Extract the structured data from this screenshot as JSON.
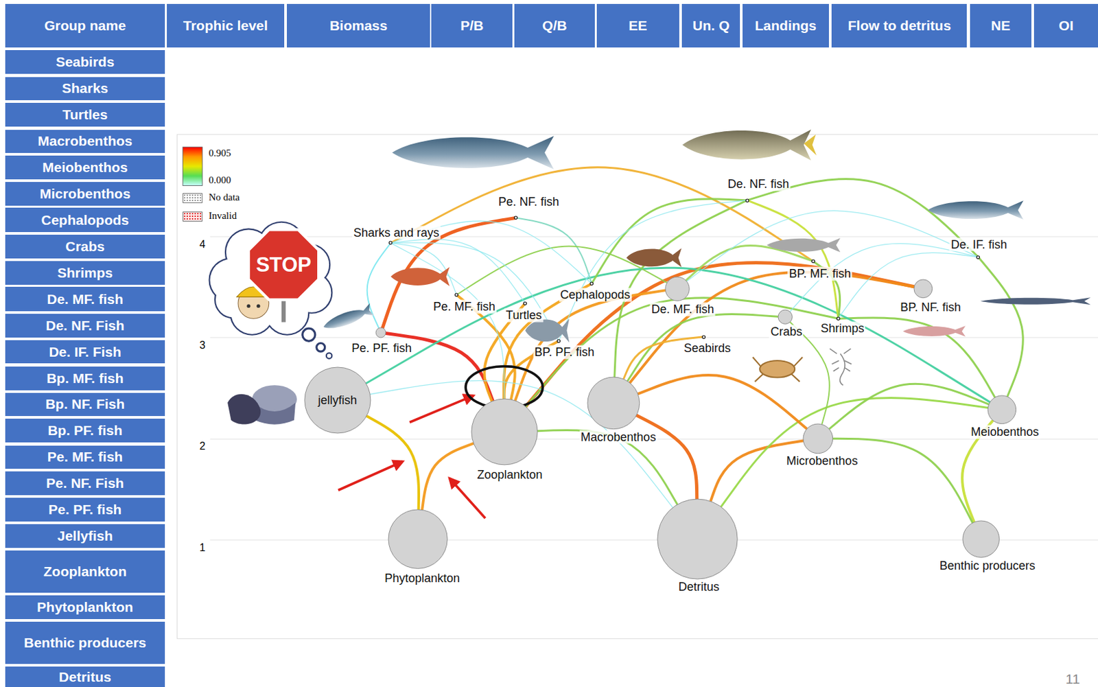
{
  "diagram": {
    "nodes": [
      {
        "text": [
          "Group name"
        ]
      },
      {
        "text": [
          "Trophic level"
        ]
      },
      {
        "text": [
          "Biomass"
        ]
      },
      {
        "text": [
          "P/B"
        ]
      },
      {
        "text": [
          "Q/B"
        ]
      },
      {
        "text": [
          "EE"
        ]
      },
      {
        "text": [
          "Un. Q"
        ]
      },
      {
        "text": [
          "Landings"
        ]
      },
      {
        "text": [
          "Flow to detritus"
        ]
      },
      {
        "text": [
          "NE"
        ]
      },
      {
        "text": [
          "OI"
        ]
      },
      {
        "text": [
          "Seabirds"
        ]
      },
      {
        "text": [
          "Sharks"
        ]
      },
      {
        "text": [
          "Turtles"
        ]
      },
      {
        "text": [
          "Macrobenthos"
        ]
      },
      {
        "text": [
          "Meiobenthos"
        ]
      },
      {
        "text": [
          "Microbenthos"
        ]
      },
      {
        "text": [
          "Cephalopods"
        ]
      },
      {
        "text": [
          "Crabs"
        ]
      },
      {
        "text": [
          "Shrimps"
        ]
      },
      {
        "text": [
          "De. MF. fish"
        ]
      },
      {
        "text": [
          "De. NF. Fish"
        ]
      },
      {
        "text": [
          "De. IF. Fish"
        ]
      },
      {
        "text": [
          "Bp. MF. fish"
        ]
      },
      {
        "text": [
          "Bp. NF. Fish"
        ]
      },
      {
        "text": [
          "Bp. PF. fish"
        ]
      },
      {
        "text": [
          "Pe. MF. fish"
        ]
      },
      {
        "text": [
          "Pe. NF. Fish"
        ]
      },
      {
        "text": [
          "Pe. PF. fish"
        ]
      },
      {
        "text": [
          "Jellyfish"
        ]
      },
      {
        "text": [
          "Zooplankton"
        ]
      },
      {
        "text": [
          "Phytoplankton"
        ]
      },
      {
        "text": [
          "Benthic producers"
        ]
      },
      {
        "text": [
          "Detritus"
        ]
      },
      {
        "text": [
          "De. NF. fish"
        ]
      },
      {
        "text": [
          "Pe. NF. fish"
        ]
      },
      {
        "text": [
          "Sharks and rays"
        ]
      },
      {
        "text": [
          "De. IF. fish"
        ]
      },
      {
        "text": [
          "BP. MF. fish"
        ]
      },
      {
        "text": [
          "Cephalopods"
        ]
      },
      {
        "text": [
          "Pe. MF. fish"
        ]
      },
      {
        "text": [
          "BP. NF. fish"
        ]
      },
      {
        "text": [
          "De. MF. fish"
        ]
      },
      {
        "text": [
          "Turtles"
        ]
      },
      {
        "text": [
          "Crabs"
        ]
      },
      {
        "text": [
          "Shrimps"
        ]
      },
      {
        "text": [
          "Pe. PF. fish"
        ]
      },
      {
        "text": [
          "BP. PF. fish"
        ]
      },
      {
        "text": [
          "Seabirds"
        ]
      },
      {
        "text": [
          "jellyfish"
        ]
      },
      {
        "text": [
          "Meiobenthos"
        ]
      },
      {
        "text": [
          "Zooplankton"
        ]
      },
      {
        "text": [
          "Macrobenthos"
        ]
      },
      {
        "text": [
          "Microbenthos"
        ]
      },
      {
        "text": [
          "Phytoplankton"
        ]
      },
      {
        "text": [
          "Detritus"
        ]
      },
      {
        "text": [
          "Benthic producers"
        ]
      }
    ],
    "edges": [
      {
        "from": 54,
        "to": 49,
        "arrow": "none"
      },
      {
        "from": 54,
        "to": 51,
        "arrow": "none"
      },
      {
        "from": 51,
        "to": 46,
        "arrow": "none"
      },
      {
        "from": 46,
        "to": 35,
        "arrow": "none"
      },
      {
        "from": 51,
        "to": 40,
        "arrow": "none"
      },
      {
        "from": 51,
        "to": 43,
        "arrow": "none"
      },
      {
        "from": 51,
        "to": 47,
        "arrow": "none"
      },
      {
        "from": 51,
        "to": 39,
        "arrow": "none"
      },
      {
        "from": 51,
        "to": 41,
        "arrow": "none"
      },
      {
        "from": 51,
        "to": 42,
        "arrow": "none"
      },
      {
        "from": 51,
        "to": 45,
        "arrow": "none"
      },
      {
        "from": 55,
        "to": 51,
        "arrow": "none"
      },
      {
        "from": 55,
        "to": 52,
        "arrow": "none"
      },
      {
        "from": 55,
        "to": 53,
        "arrow": "none"
      },
      {
        "from": 55,
        "to": 50,
        "arrow": "none"
      },
      {
        "from": 53,
        "to": 52,
        "arrow": "none"
      },
      {
        "from": 53,
        "to": 50,
        "arrow": "none"
      },
      {
        "from": 56,
        "to": 50,
        "arrow": "none"
      },
      {
        "from": 56,
        "to": 53,
        "arrow": "none"
      },
      {
        "from": 52,
        "to": 41,
        "arrow": "none"
      },
      {
        "from": 52,
        "to": 44,
        "arrow": "none"
      },
      {
        "from": 52,
        "to": 34,
        "arrow": "none"
      },
      {
        "from": 50,
        "to": 37,
        "arrow": "none"
      },
      {
        "from": 50,
        "to": 45,
        "arrow": "none"
      },
      {
        "from": 49,
        "to": 50,
        "arrow": "none"
      },
      {
        "from": 36,
        "to": 38,
        "arrow": "none"
      },
      {
        "from": 34,
        "to": 37,
        "arrow": "none"
      },
      {
        "from": 34,
        "to": 39,
        "arrow": "none"
      },
      {
        "from": 34,
        "to": 45,
        "arrow": "none"
      },
      {
        "from": 38,
        "to": 45,
        "arrow": "none"
      },
      {
        "from": 35,
        "to": 39,
        "arrow": "none"
      },
      {
        "from": 46,
        "to": 36,
        "arrow": "none"
      },
      {
        "from": 52,
        "to": 48,
        "arrow": "none"
      },
      {
        "from": 42,
        "to": 38,
        "arrow": "none"
      },
      {
        "from": 40,
        "to": 42,
        "arrow": "none"
      },
      {
        "from": 53,
        "to": 44,
        "arrow": "none"
      },
      {
        "from": 55,
        "to": 49,
        "arrow": "none"
      },
      {
        "from": 47,
        "to": 36,
        "arrow": "none"
      },
      {
        "from": 45,
        "to": 37,
        "arrow": "none"
      },
      {
        "from": 44,
        "to": 37,
        "arrow": "none"
      },
      {
        "from": 40,
        "to": 36,
        "arrow": "none"
      },
      {
        "from": 43,
        "to": 36,
        "arrow": "none"
      },
      {
        "from": 39,
        "to": 36,
        "arrow": "none"
      },
      {
        "from": 42,
        "to": 37,
        "arrow": "none"
      },
      {
        "from": 47,
        "to": 34,
        "arrow": "none"
      },
      {
        "from": 51,
        "to": 36,
        "arrow": "none"
      }
    ],
    "labels": [
      "STOP",
      "0.905",
      "0.000",
      "4",
      "3",
      "2",
      "1",
      "11"
    ],
    "legend": [
      {
        "text": "No data"
      },
      {
        "text": "Invalid"
      }
    ]
  }
}
